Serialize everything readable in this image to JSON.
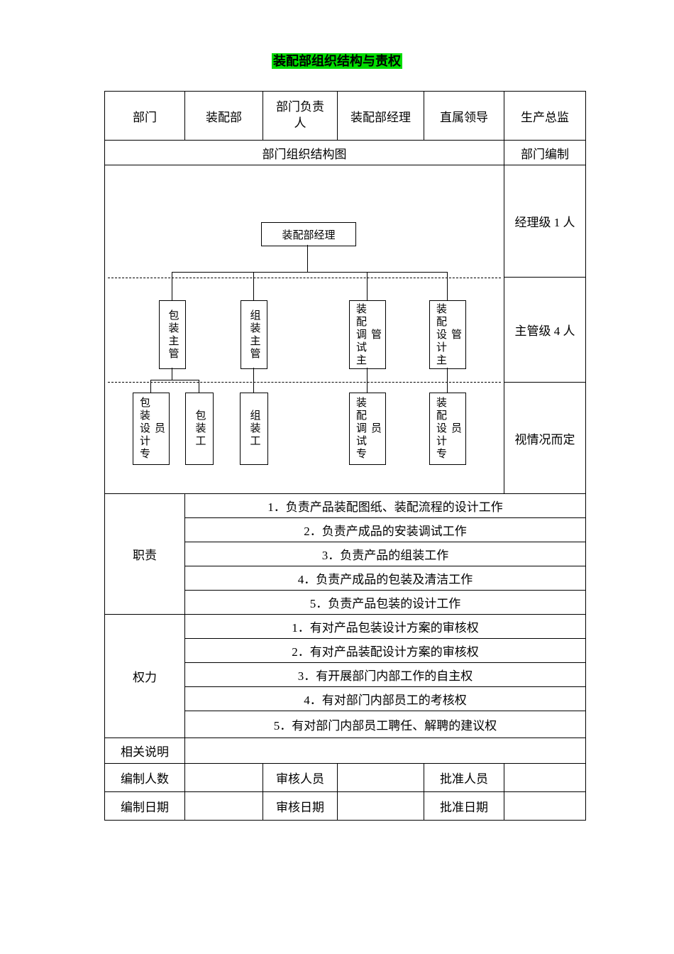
{
  "title": "装配部组织结构与责权",
  "highlight_color": "#00dd00",
  "info_row": {
    "dept_label": "部门",
    "dept_value": "装配部",
    "head_label": "部门负责\n人",
    "head_value": "装配部经理",
    "leader_label": "直属领导",
    "leader_value": "生产总监"
  },
  "section_row": {
    "left": "部门组织结构图",
    "right": "部门编制"
  },
  "org_chart": {
    "manager": "装配部经理",
    "level2": [
      "包装主管",
      "组装主管",
      "装配调试主\n管",
      "装配设计主\n管"
    ],
    "level3": [
      "包装设计专\n员",
      "包装工",
      "组装工",
      "装配调试专\n员",
      "装配设计专\n员"
    ],
    "staffing": [
      "经理级 1 人",
      "主管级 4 人",
      "视情况而定"
    ]
  },
  "duties": {
    "label": "职责",
    "items": [
      "1．负责产品装配图纸、装配流程的设计工作",
      "2．负责产成品的安装调试工作",
      "3．负责产品的组装工作",
      "4．负责产成品的包装及清洁工作",
      "5．负责产品包装的设计工作"
    ]
  },
  "powers": {
    "label": "权力",
    "items": [
      "1．有对产品包装设计方案的审核权",
      "2．有对产品装配设计方案的审核权",
      "3．有开展部门内部工作的自主权",
      "4．有对部门内部员工的考核权",
      "5．有对部门内部员工聘任、解聘的建议权"
    ]
  },
  "notes": {
    "label": "相关说明",
    "value": ""
  },
  "footer": {
    "row1": {
      "l1": "编制人数",
      "v1": "",
      "l2": "审核人员",
      "v2": "",
      "l3": "批准人员",
      "v3": ""
    },
    "row2": {
      "l1": "编制日期",
      "v1": "",
      "l2": "审核日期",
      "v2": "",
      "l3": "批准日期",
      "v3": ""
    }
  }
}
